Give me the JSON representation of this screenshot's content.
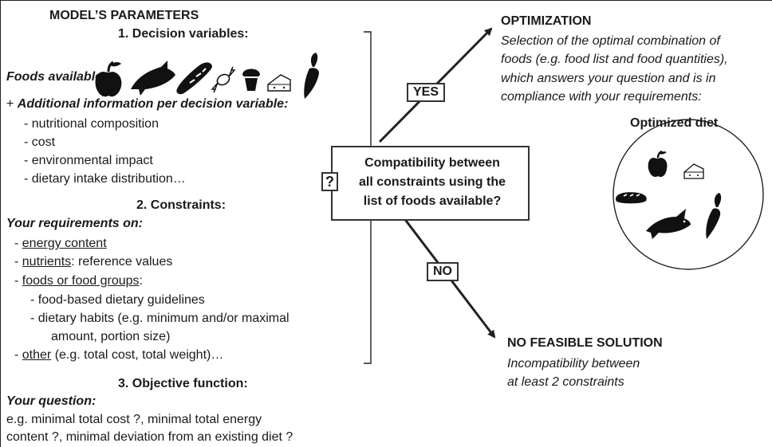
{
  "left": {
    "title": "MODEL’S PARAMETERS",
    "decision": {
      "heading": "1. Decision variables:",
      "foods_label": "Foods available:",
      "foods_icons": [
        "apple-icon",
        "fish-icon",
        "bread-icon",
        "candy-icon",
        "muffin-icon",
        "cheese-icon",
        "carrot-icon"
      ],
      "additional_prefix": "+",
      "additional_label": "Additional information per decision variable:",
      "items": [
        "- nutritional composition",
        "- cost",
        "- environmental impact",
        "- dietary intake distribution…"
      ]
    },
    "constraints": {
      "heading": "2. Constraints:",
      "req_label": "Your requirements on:",
      "energy_dash": "- ",
      "energy": "energy content",
      "nutrients_dash": "- ",
      "nutrients": "nutrients",
      "nutrients_rest": ": reference values",
      "foods_dash": "- ",
      "foods": "foods or food groups",
      "foods_rest": ":",
      "sub1": "- food-based dietary guidelines",
      "sub2a": "- dietary habits (e.g. minimum and/or maximal",
      "sub2b": "amount, portion size)",
      "other_dash": "- ",
      "other": "other",
      "other_rest": " (e.g. total cost, total weight)…"
    },
    "objective": {
      "heading": "3. Objective function:",
      "q_label": "Your question:",
      "line1": "e.g. minimal total cost ?, minimal total energy",
      "line2": "content ?, minimal deviation from an existing diet ?"
    }
  },
  "center": {
    "q_mark": "?",
    "line1": "Compatibility between",
    "line2": "all constraints using the",
    "line3": "list of foods available?",
    "yes": "YES",
    "no": "NO"
  },
  "right": {
    "opt_title": "OPTIMIZATION",
    "opt_line1": "Selection of the optimal combination  of",
    "opt_line2": "foods (e.g. food list and food quantities),",
    "opt_line3": "which answers your question and is in",
    "opt_line4": "compliance with your requirements:",
    "diet_title": "Optimized diet",
    "nf_title": "NO FEASIBLE SOLUTION",
    "nf_line1": "Incompatibility between",
    "nf_line2": "at least 2 constraints"
  },
  "colors": {
    "ink": "#1a1a1a",
    "line": "#222222"
  }
}
